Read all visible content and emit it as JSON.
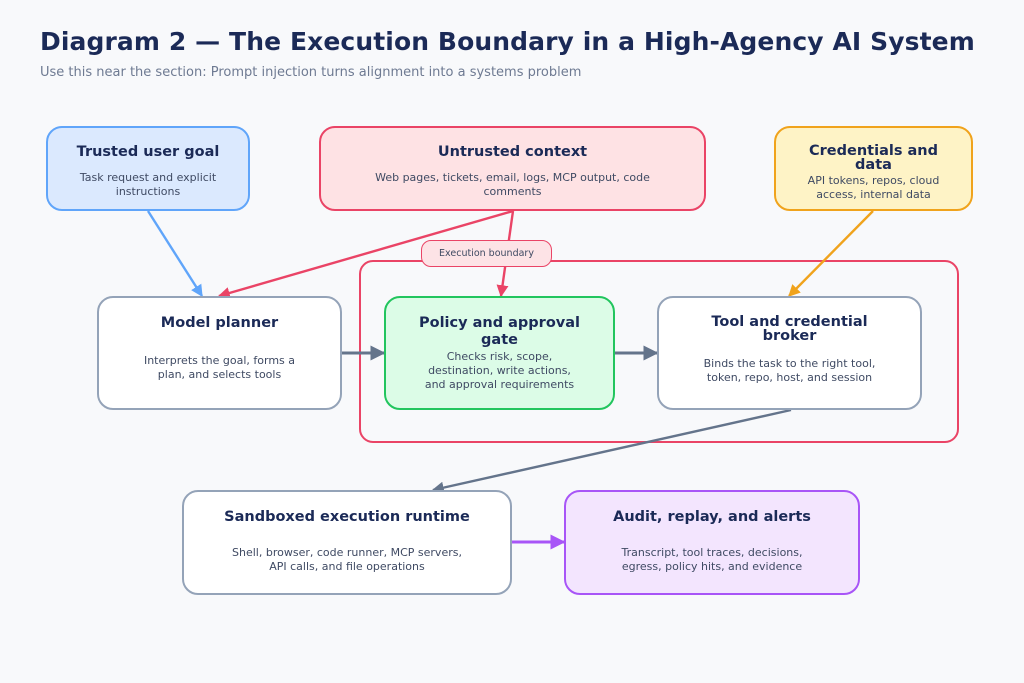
{
  "header": {
    "title": "Diagram 2 — The Execution Boundary in a High-Agency AI System",
    "subtitle": "Use this near the section: Prompt injection turns alignment into a systems problem"
  },
  "boundary": {
    "label": "Execution boundary",
    "color": "#ea4466"
  },
  "nodes": {
    "trusted_goal": {
      "title": "Trusted user goal",
      "desc": "Task request and explicit instructions",
      "fill": "#dbe9fe",
      "stroke": "#60a5fa"
    },
    "untrusted_context": {
      "title": "Untrusted context",
      "desc": "Web pages, tickets, email, logs, MCP output, code comments",
      "fill": "#fee2e4",
      "stroke": "#ea4466"
    },
    "credentials": {
      "title": "Credentials and data",
      "desc": "API tokens, repos, cloud access, internal data",
      "fill": "#fef3c6",
      "stroke": "#f0a31c"
    },
    "model_planner": {
      "title": "Model planner",
      "desc": "Interprets the goal, forms a plan, and selects tools",
      "fill": "#ffffff",
      "stroke": "#94a3b8"
    },
    "policy_gate": {
      "title": "Policy and approval gate",
      "desc": "Checks risk, scope, destination, write actions, and approval requirements",
      "fill": "#dcfce7",
      "stroke": "#22c55e"
    },
    "tool_broker": {
      "title": "Tool and credential broker",
      "desc": "Binds the task to the right tool, token, repo, host, and session",
      "fill": "#ffffff",
      "stroke": "#94a3b8"
    },
    "sandbox": {
      "title": "Sandboxed execution runtime",
      "desc": "Shell, browser, code runner, MCP servers, API calls, and file operations",
      "fill": "#ffffff",
      "stroke": "#94a3b8"
    },
    "audit": {
      "title": "Audit, replay, and alerts",
      "desc": "Transcript, tool traces, decisions, egress, policy hits, and evidence",
      "fill": "#f3e5fe",
      "stroke": "#a855f7"
    }
  },
  "edges": [
    {
      "from": "trusted_goal",
      "to": "model_planner",
      "color": "#60a5fa"
    },
    {
      "from": "untrusted_context",
      "to": "model_planner",
      "color": "#ea4466"
    },
    {
      "from": "untrusted_context",
      "to": "policy_gate",
      "color": "#ea4466"
    },
    {
      "from": "credentials",
      "to": "tool_broker",
      "color": "#f0a31c"
    },
    {
      "from": "model_planner",
      "to": "policy_gate",
      "color": "#64748b"
    },
    {
      "from": "policy_gate",
      "to": "tool_broker",
      "color": "#64748b"
    },
    {
      "from": "tool_broker",
      "to": "sandbox",
      "color": "#64748b"
    },
    {
      "from": "sandbox",
      "to": "audit",
      "color": "#a855f7"
    }
  ]
}
